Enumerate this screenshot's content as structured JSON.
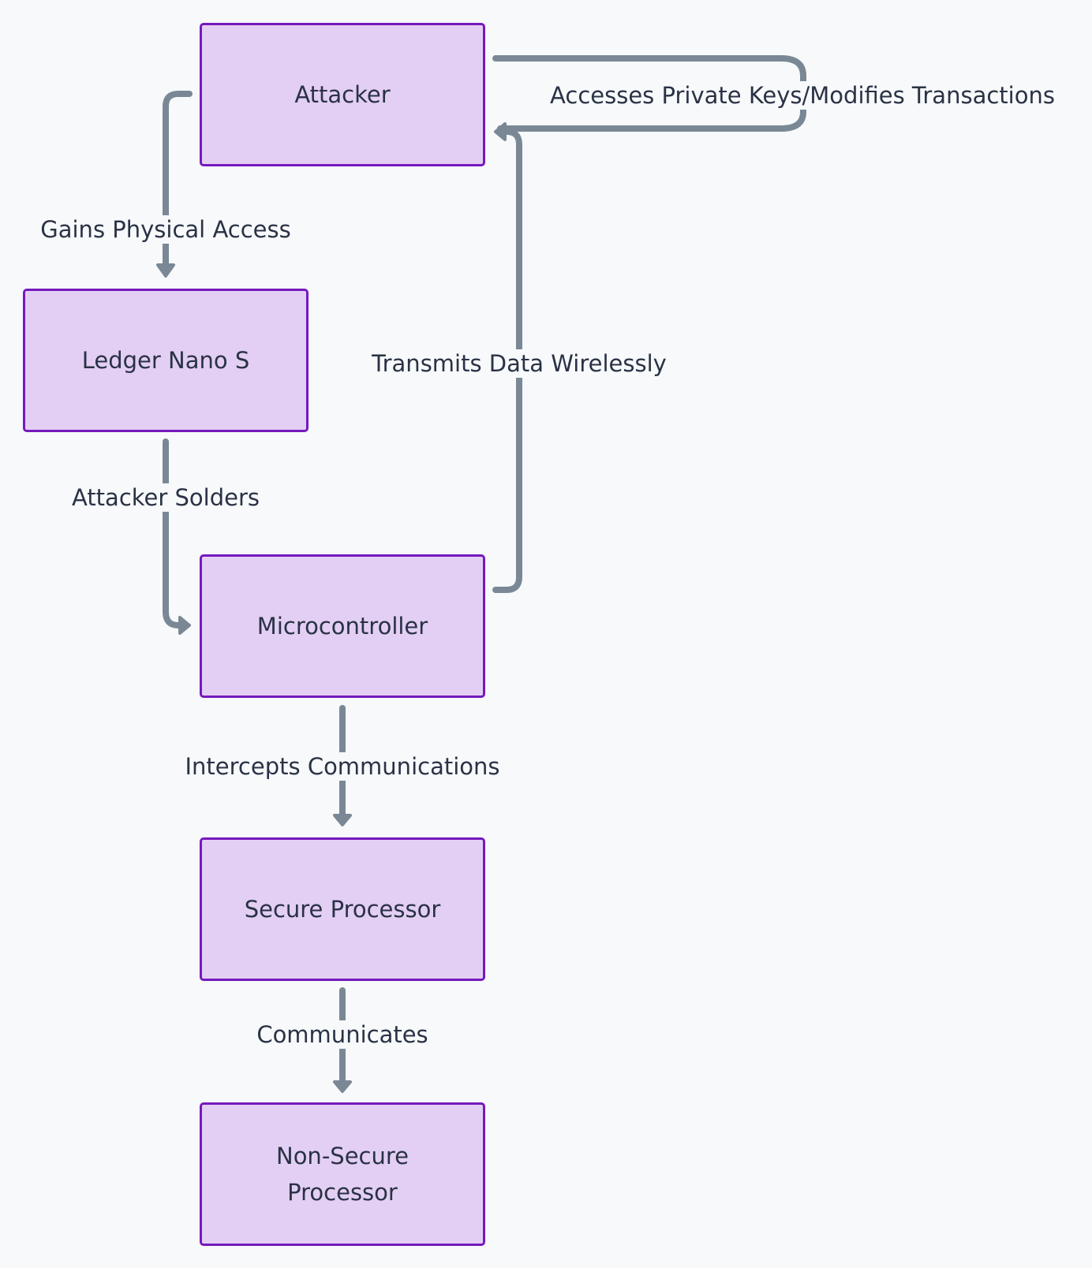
{
  "nodes": {
    "attacker": "Attacker",
    "ledger": "Ledger Nano S",
    "microcontroller": "Microcontroller",
    "secure": "Secure Processor",
    "nonsecure": "Non-Secure Processor"
  },
  "edges": {
    "gains_access": "Gains Physical Access",
    "solders": "Attacker Solders",
    "intercepts": "Intercepts Communications",
    "communicates": "Communicates",
    "transmits": "Transmits Data Wirelessly",
    "accesses": "Accesses Private Keys/Modifies Transactions"
  },
  "colors": {
    "node_fill": "#e3cff3",
    "node_border": "#7519bd",
    "edge": "#7a8896",
    "text": "#2a3245",
    "background": "#f7f9fb"
  }
}
